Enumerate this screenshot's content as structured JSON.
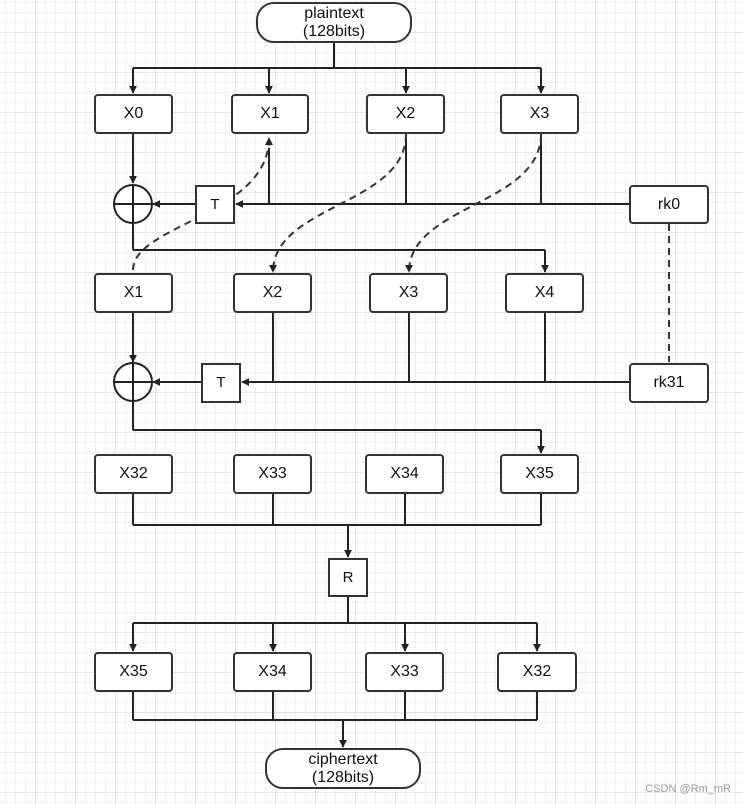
{
  "io": {
    "plaintext": {
      "name": "plaintext",
      "bits": "(128bits)"
    },
    "ciphertext": {
      "name": "ciphertext",
      "bits": "(128bits)"
    }
  },
  "row1": [
    "X0",
    "X1",
    "X2",
    "X3"
  ],
  "row2": [
    "X1",
    "X2",
    "X3",
    "X4"
  ],
  "row3": [
    "X32",
    "X33",
    "X34",
    "X35"
  ],
  "row4": [
    "X35",
    "X34",
    "X33",
    "X32"
  ],
  "round_keys": [
    "rk0",
    "rk31"
  ],
  "t_labels": [
    "T",
    "T"
  ],
  "r_label": "R",
  "watermark": "CSDN @Rm_mR"
}
